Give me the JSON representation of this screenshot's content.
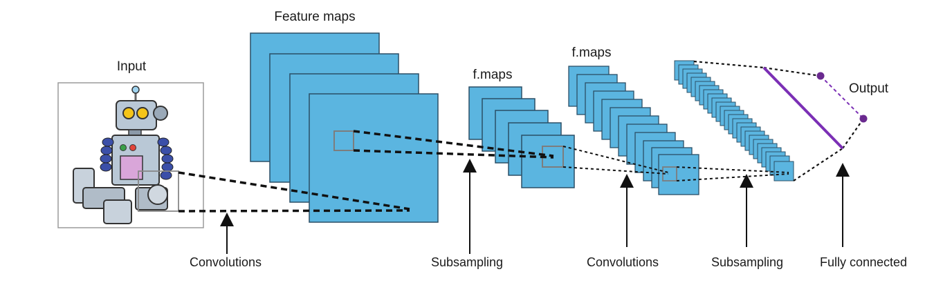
{
  "labels": {
    "input": "Input",
    "feature_maps": "Feature maps",
    "fmaps_1": "f.maps",
    "fmaps_2": "f.maps",
    "output": "Output"
  },
  "operations": [
    "Convolutions",
    "Subsampling",
    "Convolutions",
    "Subsampling",
    "Fully connected"
  ],
  "colors": {
    "map_fill": "#5bb5e0",
    "map_stroke": "#2b4f66",
    "fc_line": "#7b2fb5",
    "output_dot": "#6a2a8f"
  },
  "icons": {
    "input_image": "robot-icon"
  }
}
